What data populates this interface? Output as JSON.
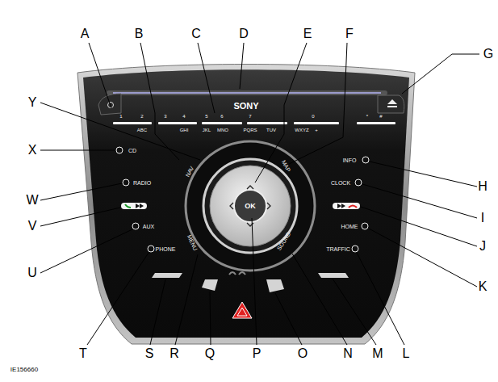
{
  "diagram": {
    "labels": [
      "A",
      "B",
      "C",
      "D",
      "E",
      "F",
      "G",
      "SONY",
      "1",
      "2",
      "ABC",
      "3",
      "4",
      "GHI",
      "5",
      "6",
      "JKL",
      "MNO",
      "7",
      "PQRS",
      "TUV",
      "0",
      "WXYZ",
      "+",
      "*",
      "#",
      "Y",
      "X",
      "W",
      "V",
      "U",
      "CD",
      "RADIO",
      "AUX",
      "PHONE",
      "NAV",
      "MAP",
      "MENU",
      "SOUND",
      "OK",
      "INFO",
      "CLOCK",
      "HOME",
      "TRAFFIC",
      "H",
      "I",
      "J",
      "K",
      "T",
      "S",
      "R",
      "Q",
      "P",
      "O",
      "N",
      "M",
      "L",
      "IE156660"
    ]
  }
}
